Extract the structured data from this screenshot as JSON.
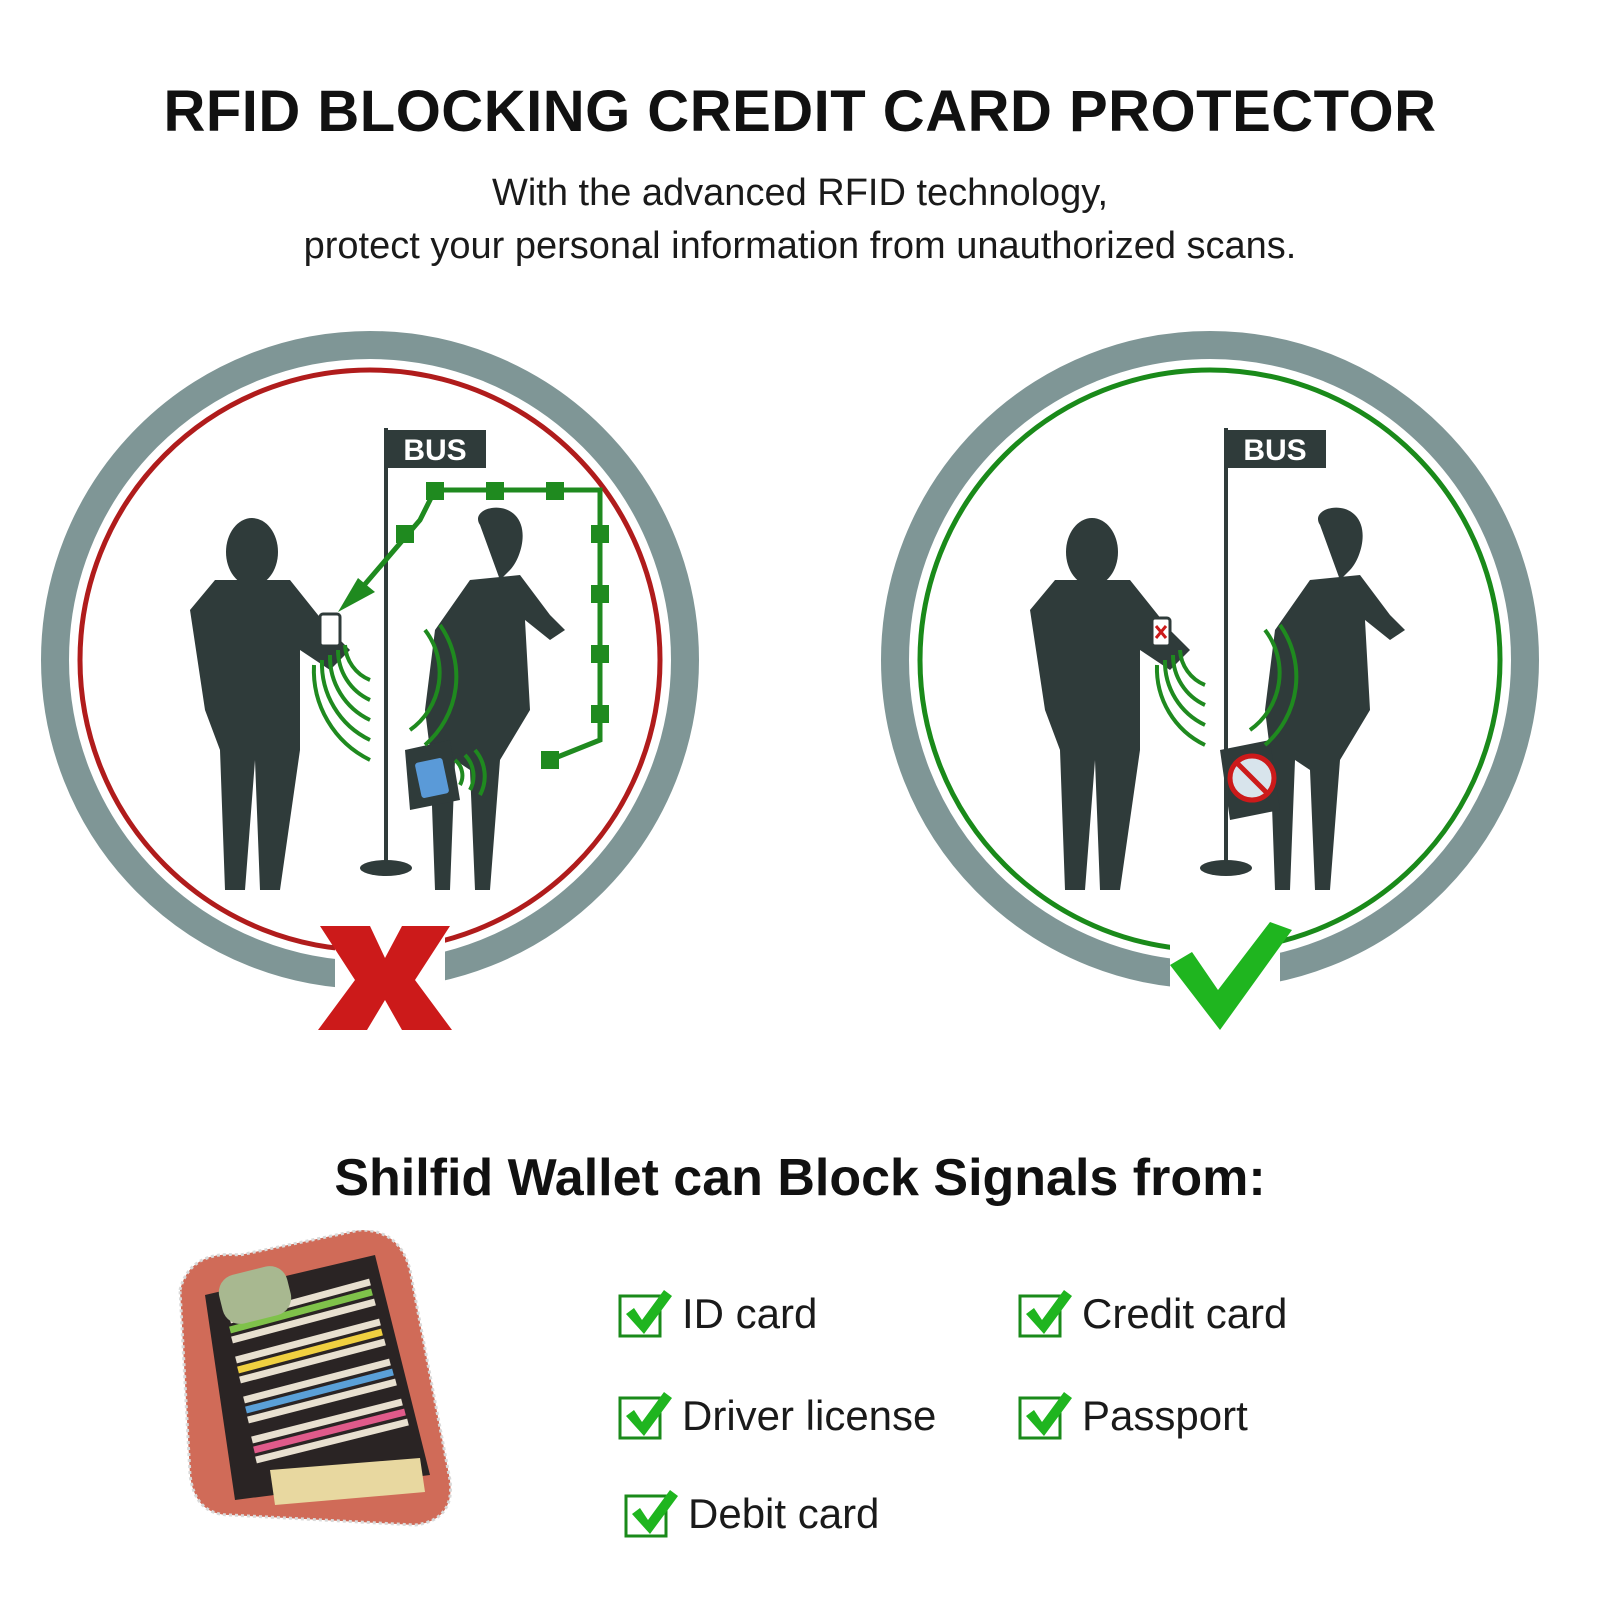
{
  "title": "RFID BLOCKING CREDIT CARD PROTECTOR",
  "subtitle_lines": [
    "With the advanced RFID technology,",
    "protect your personal information from unauthorized scans."
  ],
  "scenes": {
    "unprotected": {
      "sign": "BUS",
      "status_icon": "red-x-icon",
      "ring_color": "#b01c1c"
    },
    "protected": {
      "sign": "BUS",
      "status_icon": "green-check-icon",
      "ring_color": "#1a8a1a"
    }
  },
  "block_heading": "Shilfid Wallet can Block Signals from:",
  "block_items": [
    "ID card",
    "Credit card",
    "Driver license",
    "Passport",
    "Debit card"
  ],
  "colors": {
    "outer_ring": "#7f9696",
    "silhouette": "#2f3b3a",
    "signal": "#1f8a1f",
    "alert": "#cc1a1a"
  }
}
